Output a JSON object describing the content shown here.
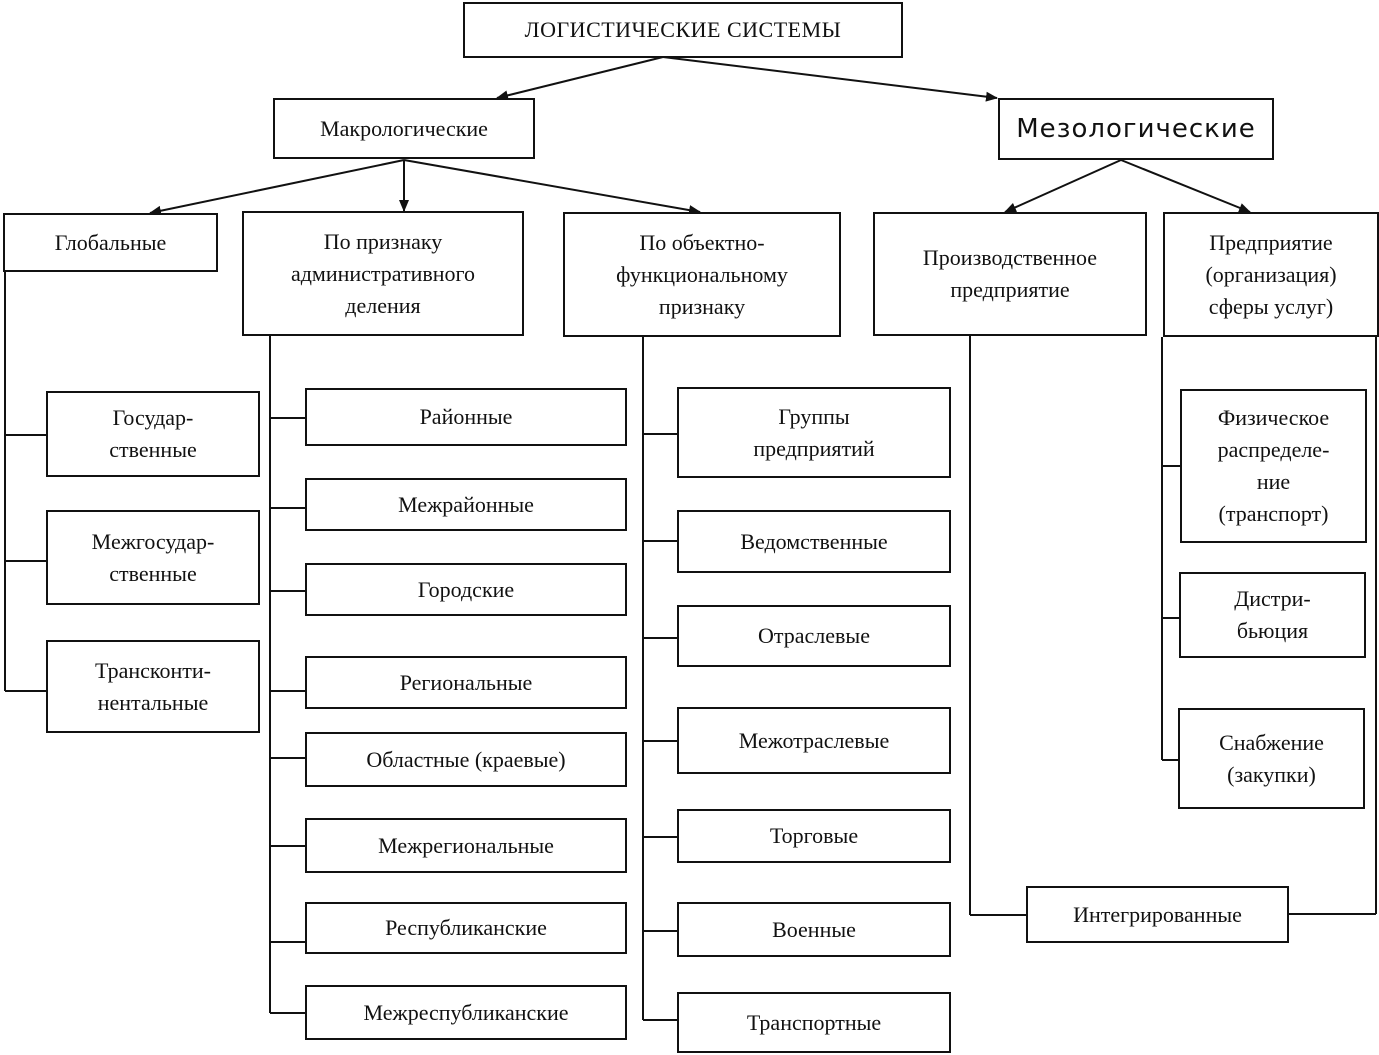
{
  "root": "ЛОГИСТИЧЕСКИЕ СИСТЕМЫ",
  "macro": {
    "label": "Макрологические",
    "global": {
      "label": "Глобальные",
      "items": [
        "Государ-\nственные",
        "Межгосудар-\nственные",
        "Трансконти-\nнентальные"
      ]
    },
    "admin": {
      "label": "По признаку\nадминистративного\nделения",
      "items": [
        "Районные",
        "Межрайонные",
        "Городские",
        "Региональные",
        "Областные (краевые)",
        "Межрегиональные",
        "Республиканские",
        "Межреспубликанские"
      ]
    },
    "functional": {
      "label": "По объектно-\nфункциональному\nпризнаку",
      "items": [
        "Группы\nпредприятий",
        "Ведомственные",
        "Отраслевые",
        "Межотраслевые",
        "Торговые",
        "Военные",
        "Транспортные"
      ]
    }
  },
  "meso": {
    "label": "Мезологические",
    "production": {
      "label": "Производственное\nпредприятие"
    },
    "services": {
      "label": "Предприятие\n(организация)\nсферы услуг)",
      "items": [
        "Физическое\nраспределе-\nние\n(транспорт)",
        "Дистри-\nбьюция",
        "Снабжение\n(закупки)"
      ]
    },
    "integrated": "Интегрированные"
  }
}
